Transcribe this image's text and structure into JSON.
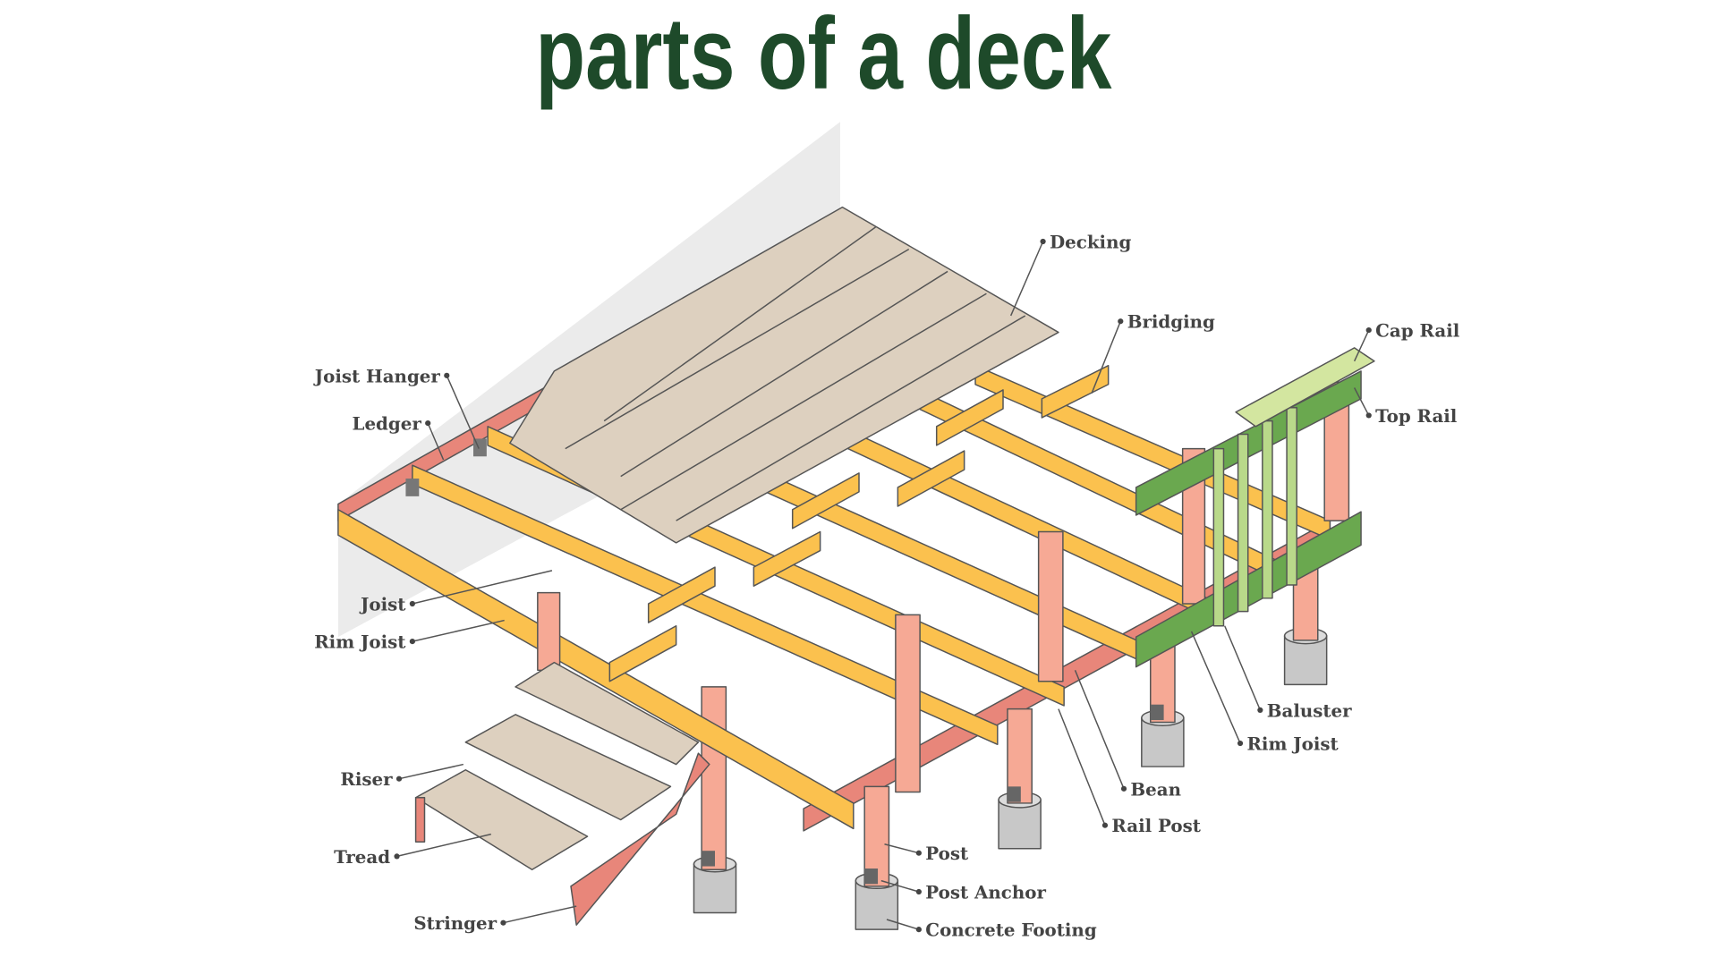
{
  "title": "parts of a deck",
  "colors": {
    "title": "#1e4a2a",
    "joist": "#fbc14e",
    "beam": "#e8867a",
    "post": "#f6a995",
    "decking": "#ddd0bf",
    "rail": "#6aa84f",
    "cap": "#d3e6a0",
    "footing": "#c8c8c8",
    "wall": "#ebebeb"
  },
  "labels": {
    "decking": "Decking",
    "bridging": "Bridging",
    "cap_rail": "Cap Rail",
    "top_rail": "Top Rail",
    "joist_hanger": "Joist Hanger",
    "ledger": "Ledger",
    "joist": "Joist",
    "rim_joist_left": "Rim Joist",
    "riser": "Riser",
    "tread": "Tread",
    "stringer": "Stringer",
    "post": "Post",
    "post_anchor": "Post Anchor",
    "concrete_footing": "Concrete Footing",
    "rail_post": "Rail Post",
    "bean": "Bean",
    "rim_joist_right": "Rim Joist",
    "baluster": "Baluster"
  }
}
